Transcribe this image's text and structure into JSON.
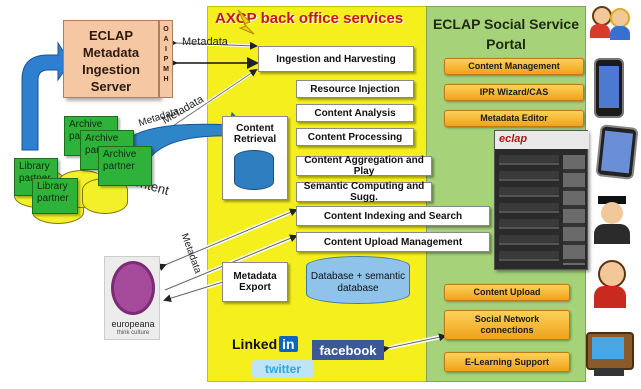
{
  "header": {
    "backoffice_title": "AXCP back office services",
    "portal_title": "ECLAP Social Service Portal"
  },
  "left": {
    "server_label": "ECLAP Metadata Ingestion Server",
    "oai_letters": "O A I P M H",
    "archive_label": "Archive partner",
    "library_label": "Library partner",
    "europeana_label": "europeana",
    "europeana_sub": "think culture"
  },
  "backoffice": {
    "services": [
      "Ingestion and Harvesting",
      "Resource Injection",
      "Content Analysis",
      "Content Processing",
      "Content Aggregation and Play",
      "Semantic Computing and Sugg.",
      "Content Indexing and Search",
      "Content Upload Management"
    ],
    "content_retrieval": "Content Retrieval",
    "metadata_export": "Metadata Export",
    "database_label": "Database + semantic database"
  },
  "portal": {
    "top_buttons": [
      "Content Management",
      "IPR Wizard/CAS",
      "Metadata Editor"
    ],
    "bottom_buttons": [
      "Content Upload",
      "Social Network connections",
      "E-Learning Support"
    ]
  },
  "flow_labels": {
    "metadata_top": "Metadata",
    "metadata_diag": "Metadata",
    "metadata_europeana": "Metadata",
    "metadata_archive": "Metadata",
    "content": "Content"
  },
  "social": {
    "linkedin": "Linked",
    "linkedin_in": "in",
    "facebook": "facebook",
    "twitter": "twitter"
  },
  "screenshot": {
    "logo": "eclap"
  },
  "colors": {
    "backoffice_bg": "#f6ef1e",
    "portal_bg": "#a6d27a",
    "title_red": "#c01818",
    "button_orange": "#f2a21b",
    "partner_green": "#2fb23a"
  }
}
